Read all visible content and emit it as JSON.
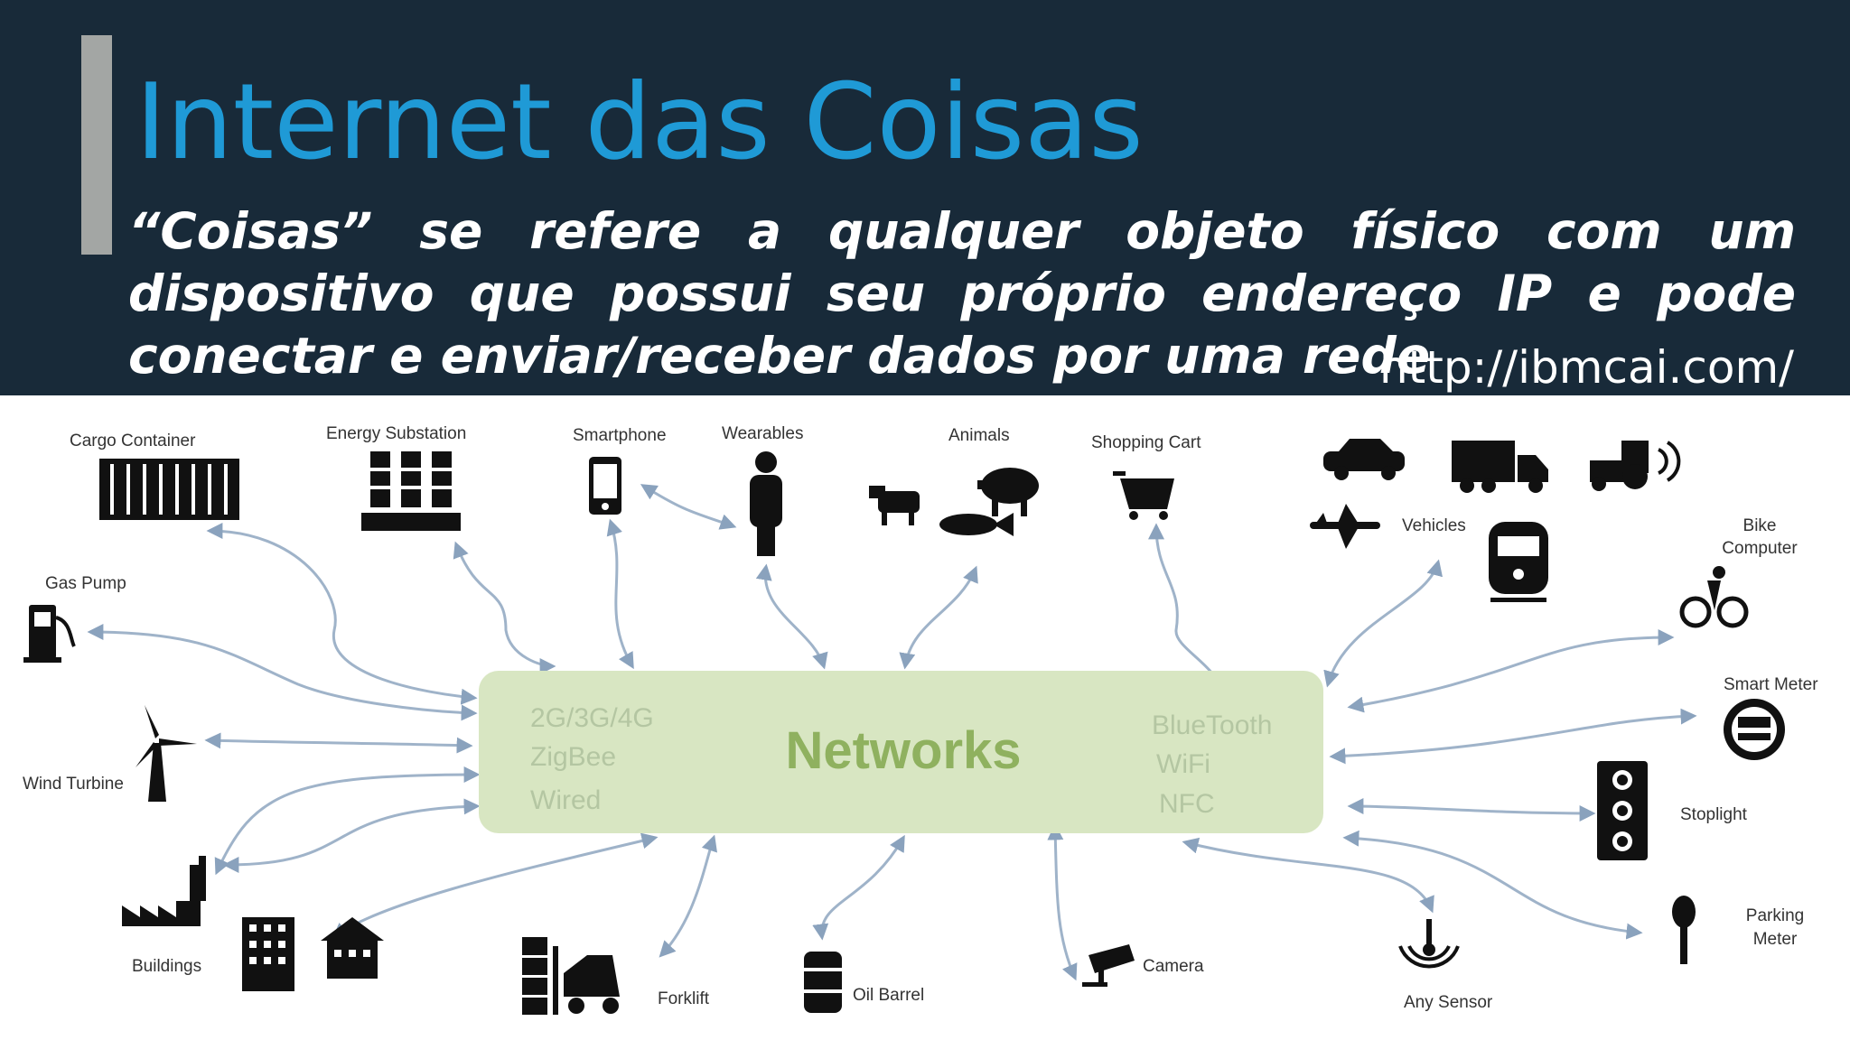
{
  "slide": {
    "title": "Internet das Coisas",
    "subtitle": "“Coisas” se refere a qualquer objeto físico com um dispositivo que possui seu próprio endereço IP e pode conectar e enviar/receber dados por uma rede",
    "source": "http://ibmcai.com/"
  },
  "diagram": {
    "center": {
      "label": "Networks",
      "left_protocols": [
        "2G/3G/4G",
        "ZigBee",
        "Wired"
      ],
      "right_protocols": [
        "BlueTooth",
        "WiFi",
        "NFC"
      ]
    },
    "things": {
      "cargo_container": "Cargo Container",
      "energy_substation": "Energy Substation",
      "smartphone": "Smartphone",
      "wearables": "Wearables",
      "animals": "Animals",
      "shopping_cart": "Shopping Cart",
      "vehicles": "Vehicles",
      "bike_computer": [
        "Bike",
        "Computer"
      ],
      "gas_pump": "Gas Pump",
      "wind_turbine": "Wind Turbine",
      "smart_meter": "Smart Meter",
      "stoplight": "Stoplight",
      "buildings": "Buildings",
      "forklift": "Forklift",
      "oil_barrel": "Oil Barrel",
      "camera": "Camera",
      "any_sensor": "Any Sensor",
      "parking_meter": [
        "Parking",
        "Meter"
      ]
    }
  },
  "colors": {
    "background": "#182a39",
    "title": "#1f9ad6",
    "network_box": "#d8e6c2",
    "network_text": "#8fb15f"
  }
}
